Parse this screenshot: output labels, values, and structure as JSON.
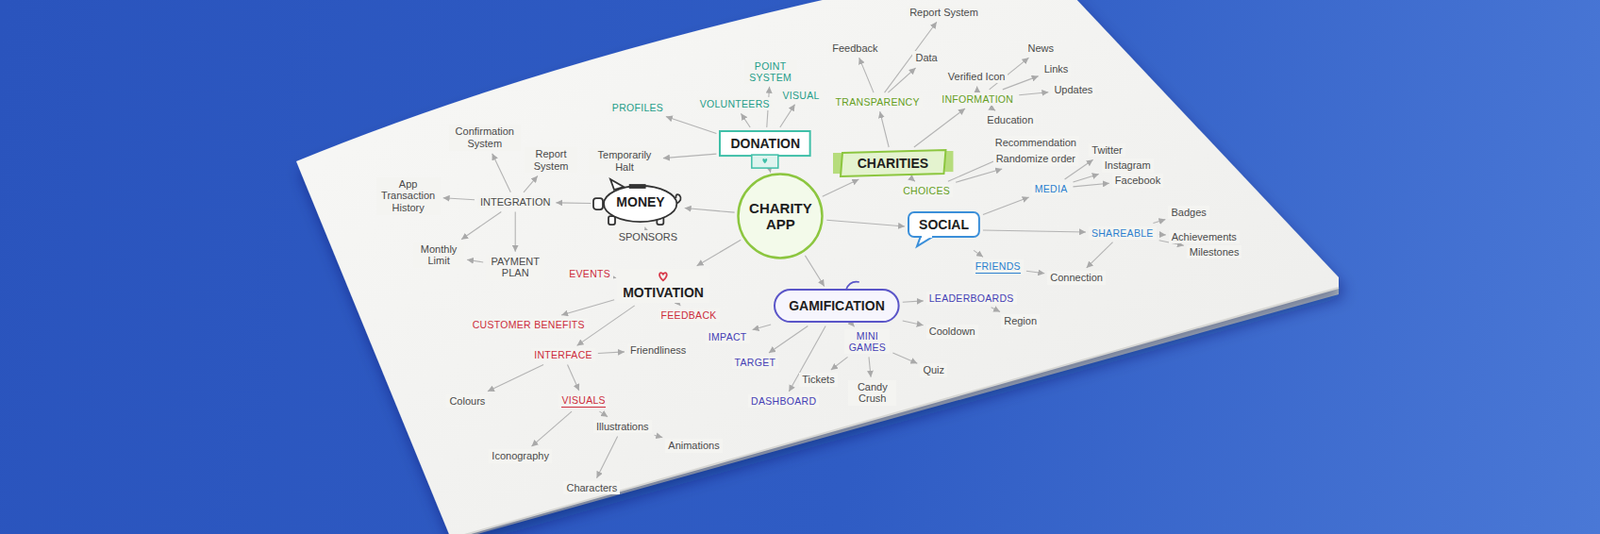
{
  "diagram": {
    "nodes": [
      {
        "text": [
          "CHARITY APP"
        ]
      },
      {
        "text": [
          "DONATION"
        ]
      },
      {
        "text": [
          "CHARITIES"
        ]
      },
      {
        "text": [
          "MONEY"
        ]
      },
      {
        "text": [
          "SOCIAL"
        ]
      },
      {
        "text": [
          "MOTIVATION"
        ]
      },
      {
        "text": [
          "GAMIFICATION"
        ]
      },
      {
        "text": [
          "PROFILES"
        ]
      },
      {
        "text": [
          "VOLUNTEERS"
        ]
      },
      {
        "text": [
          "POINT SYSTEM"
        ]
      },
      {
        "text": [
          "VISUAL"
        ]
      },
      {
        "text": [
          "TRANSPARENCY"
        ]
      },
      {
        "text": [
          "Feedback"
        ]
      },
      {
        "text": [
          "Report System"
        ]
      },
      {
        "text": [
          "Data"
        ]
      },
      {
        "text": [
          "INFORMATION"
        ]
      },
      {
        "text": [
          "Verified Icon"
        ]
      },
      {
        "text": [
          "News"
        ]
      },
      {
        "text": [
          "Links"
        ]
      },
      {
        "text": [
          "Updates"
        ]
      },
      {
        "text": [
          "Education"
        ]
      },
      {
        "text": [
          "CHOICES"
        ]
      },
      {
        "text": [
          "Recommendation"
        ]
      },
      {
        "text": [
          "Randomize order"
        ]
      },
      {
        "text": [
          "Temporarily Halt"
        ]
      },
      {
        "text": [
          "INTEGRATION"
        ]
      },
      {
        "text": [
          "Confirmation System"
        ]
      },
      {
        "text": [
          "Report System"
        ]
      },
      {
        "text": [
          "App Transaction History"
        ]
      },
      {
        "text": [
          "Monthly Limit"
        ]
      },
      {
        "text": [
          "PAYMENT PLAN"
        ]
      },
      {
        "text": [
          "SPONSORS"
        ]
      },
      {
        "text": [
          "MEDIA"
        ]
      },
      {
        "text": [
          "Twitter"
        ]
      },
      {
        "text": [
          "Instagram"
        ]
      },
      {
        "text": [
          "Facebook"
        ]
      },
      {
        "text": [
          "SHAREABLE"
        ]
      },
      {
        "text": [
          "Badges"
        ]
      },
      {
        "text": [
          "Achievements"
        ]
      },
      {
        "text": [
          "Milestones"
        ]
      },
      {
        "text": [
          "FRIENDS"
        ]
      },
      {
        "text": [
          "Connection"
        ]
      },
      {
        "text": [
          "LEADERBOARDS"
        ]
      },
      {
        "text": [
          "Region"
        ]
      },
      {
        "text": [
          "IMPACT"
        ]
      },
      {
        "text": [
          "TARGET"
        ]
      },
      {
        "text": [
          "DASHBOARD"
        ]
      },
      {
        "text": [
          "MINI GAMES"
        ]
      },
      {
        "text": [
          "Tickets"
        ]
      },
      {
        "text": [
          "Candy Crush"
        ]
      },
      {
        "text": [
          "Quiz"
        ]
      },
      {
        "text": [
          "Cooldown"
        ]
      },
      {
        "text": [
          "EVENTS"
        ]
      },
      {
        "text": [
          "FEEDBACK"
        ]
      },
      {
        "text": [
          "CUSTOMER BENEFITS"
        ]
      },
      {
        "text": [
          "INTERFACE"
        ]
      },
      {
        "text": [
          "Friendliness"
        ]
      },
      {
        "text": [
          "Colours"
        ]
      },
      {
        "text": [
          "VISUALS"
        ]
      },
      {
        "text": [
          "Illustrations"
        ]
      },
      {
        "text": [
          "Iconography"
        ]
      },
      {
        "text": [
          "Animations"
        ]
      },
      {
        "text": [
          "Characters"
        ]
      }
    ],
    "edges": [
      {
        "from": 0,
        "to": 1,
        "arrow": "to"
      },
      {
        "from": 0,
        "to": 2,
        "arrow": "to"
      },
      {
        "from": 0,
        "to": 3,
        "arrow": "to"
      },
      {
        "from": 0,
        "to": 4,
        "arrow": "to"
      },
      {
        "from": 0,
        "to": 5,
        "arrow": "to"
      },
      {
        "from": 0,
        "to": 6,
        "arrow": "to"
      },
      {
        "from": 1,
        "to": 7,
        "arrow": "to"
      },
      {
        "from": 1,
        "to": 8,
        "arrow": "to"
      },
      {
        "from": 1,
        "to": 9,
        "arrow": "to"
      },
      {
        "from": 1,
        "to": 10,
        "arrow": "to"
      },
      {
        "from": 1,
        "to": 24,
        "arrow": "to"
      },
      {
        "from": 2,
        "to": 11,
        "arrow": "to"
      },
      {
        "from": 2,
        "to": 15,
        "arrow": "to"
      },
      {
        "from": 2,
        "to": 21,
        "arrow": "to"
      },
      {
        "from": 11,
        "to": 12,
        "arrow": "to"
      },
      {
        "from": 11,
        "to": 13,
        "arrow": "to"
      },
      {
        "from": 11,
        "to": 14,
        "arrow": "to"
      },
      {
        "from": 15,
        "to": 16,
        "arrow": "to"
      },
      {
        "from": 15,
        "to": 17,
        "arrow": "to"
      },
      {
        "from": 15,
        "to": 18,
        "arrow": "to"
      },
      {
        "from": 15,
        "to": 19,
        "arrow": "to"
      },
      {
        "from": 15,
        "to": 20,
        "arrow": "to"
      },
      {
        "from": 21,
        "to": 22,
        "arrow": "to"
      },
      {
        "from": 21,
        "to": 23,
        "arrow": "to"
      },
      {
        "from": 3,
        "to": 25,
        "arrow": "to"
      },
      {
        "from": 3,
        "to": 31,
        "arrow": "to"
      },
      {
        "from": 25,
        "to": 26,
        "arrow": "to"
      },
      {
        "from": 25,
        "to": 27,
        "arrow": "to"
      },
      {
        "from": 25,
        "to": 28,
        "arrow": "to"
      },
      {
        "from": 25,
        "to": 29,
        "arrow": "to"
      },
      {
        "from": 25,
        "to": 30,
        "arrow": "to"
      },
      {
        "from": 30,
        "to": 29,
        "arrow": "to"
      },
      {
        "from": 4,
        "to": 32,
        "arrow": "to"
      },
      {
        "from": 4,
        "to": 36,
        "arrow": "to"
      },
      {
        "from": 4,
        "to": 40,
        "arrow": "to"
      },
      {
        "from": 32,
        "to": 33,
        "arrow": "to"
      },
      {
        "from": 32,
        "to": 34,
        "arrow": "to"
      },
      {
        "from": 32,
        "to": 35,
        "arrow": "to"
      },
      {
        "from": 36,
        "to": 37,
        "arrow": "to"
      },
      {
        "from": 36,
        "to": 38,
        "arrow": "to"
      },
      {
        "from": 36,
        "to": 39,
        "arrow": "to"
      },
      {
        "from": 36,
        "to": 41,
        "arrow": "to"
      },
      {
        "from": 40,
        "to": 41,
        "arrow": "to"
      },
      {
        "from": 42,
        "to": 43,
        "arrow": "to"
      },
      {
        "from": 6,
        "to": 42,
        "arrow": "to"
      },
      {
        "from": 6,
        "to": 44,
        "arrow": "to"
      },
      {
        "from": 6,
        "to": 45,
        "arrow": "to"
      },
      {
        "from": 6,
        "to": 46,
        "arrow": "to"
      },
      {
        "from": 6,
        "to": 47,
        "arrow": "to"
      },
      {
        "from": 6,
        "to": 51,
        "arrow": "to"
      },
      {
        "from": 47,
        "to": 48,
        "arrow": "to"
      },
      {
        "from": 47,
        "to": 49,
        "arrow": "to"
      },
      {
        "from": 47,
        "to": 50,
        "arrow": "to"
      },
      {
        "from": 5,
        "to": 52,
        "arrow": "to"
      },
      {
        "from": 5,
        "to": 53,
        "arrow": "to"
      },
      {
        "from": 5,
        "to": 54,
        "arrow": "to"
      },
      {
        "from": 5,
        "to": 55,
        "arrow": "to"
      },
      {
        "from": 55,
        "to": 56,
        "arrow": "to"
      },
      {
        "from": 55,
        "to": 57,
        "arrow": "to"
      },
      {
        "from": 55,
        "to": 58,
        "arrow": "to"
      },
      {
        "from": 58,
        "to": 59,
        "arrow": "to"
      },
      {
        "from": 58,
        "to": 60,
        "arrow": "to"
      },
      {
        "from": 59,
        "to": 61,
        "arrow": "to"
      },
      {
        "from": 59,
        "to": 62,
        "arrow": "to"
      }
    ]
  }
}
